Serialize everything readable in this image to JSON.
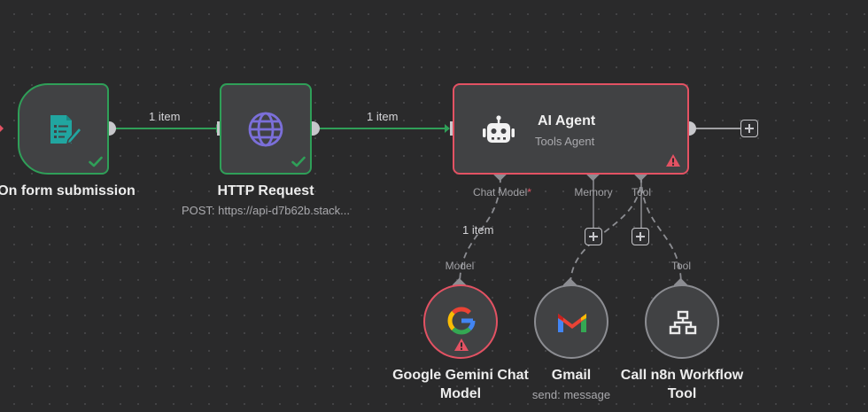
{
  "nodes": {
    "trigger": {
      "label": "On form submission",
      "icon": "form-document-icon",
      "status": "success"
    },
    "http": {
      "label": "HTTP Request",
      "subtitle": "POST: https://api-d7b62b.stack...",
      "icon": "globe-icon",
      "status": "success"
    },
    "agent": {
      "label": "AI Agent",
      "subtitle": "Tools Agent",
      "icon": "robot-icon",
      "status": "warning"
    },
    "gemini": {
      "label_line1": "Google Gemini Chat",
      "label_line2": "Model",
      "icon": "google-icon",
      "status": "warning"
    },
    "gmail": {
      "label": "Gmail",
      "subtitle": "send: message",
      "icon": "gmail-icon"
    },
    "workflow": {
      "label_line1": "Call n8n Workflow",
      "label_line2": "Tool",
      "icon": "sitemap-icon"
    }
  },
  "connections": {
    "trigger_to_http": "1 item",
    "http_to_agent": "1 item",
    "model_to_agent": "1 item"
  },
  "agent_inputs": {
    "chat_model": "Chat Model",
    "chat_model_required": "*",
    "memory": "Memory",
    "tool": "Tool"
  },
  "sub_outputs": {
    "gemini": "Model",
    "workflow": "Tool"
  },
  "colors": {
    "canvas": "#2a2a2b",
    "success": "#2f9f58",
    "error": "#e35263",
    "node": "#414244"
  }
}
